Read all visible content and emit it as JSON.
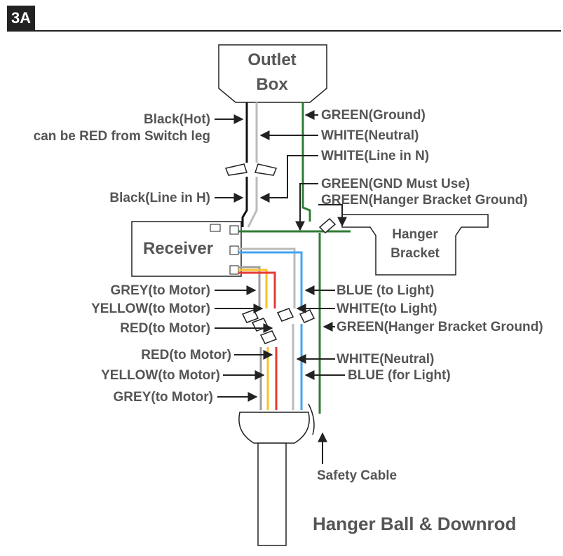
{
  "step": "3A",
  "outlet_box": {
    "line1": "Outlet",
    "line2": "Box"
  },
  "receiver": "Receiver",
  "hanger_bracket": {
    "line1": "Hanger",
    "line2": "Bracket"
  },
  "hanger_ball": "Hanger Ball & Downrod",
  "safety_cable": "Safety Cable",
  "labels": {
    "black_hot": "Black(Hot)",
    "black_hot_note": "can be RED from Switch leg",
    "black_line_in_h": "Black(Line in H)",
    "green_ground": "GREEN(Ground)",
    "white_neutral_top": "WHITE(Neutral)",
    "white_line_in_n": "WHITE(Line in N)",
    "green_gnd_must_use": "GREEN(GND Must Use)",
    "green_hanger_bracket_ground_top": "GREEN(Hanger Bracket Ground)",
    "grey_to_motor_1": "GREY(to Motor)",
    "yellow_to_motor_1": "YELLOW(to Motor)",
    "red_to_motor_1": "RED(to Motor)",
    "red_to_motor_2": "RED(to Motor)",
    "yellow_to_motor_2": "YELLOW(to Motor)",
    "grey_to_motor_2": "GREY(to Motor)",
    "blue_to_light": "BLUE (to Light)",
    "white_to_light": "WHITE(to Light)",
    "green_hanger_bracket_ground_mid": "GREEN(Hanger Bracket Ground)",
    "white_neutral_bottom": "WHITE(Neutral)",
    "blue_for_light": "BLUE (for Light)"
  },
  "colors": {
    "black": "#111111",
    "white_wire": "#bbbbbb",
    "green": "#2e7d32",
    "red": "#e53935",
    "yellow": "#fbc02d",
    "grey": "#9e9e9e",
    "blue": "#42a5f5",
    "outline": "#222222",
    "text": "#555555"
  }
}
